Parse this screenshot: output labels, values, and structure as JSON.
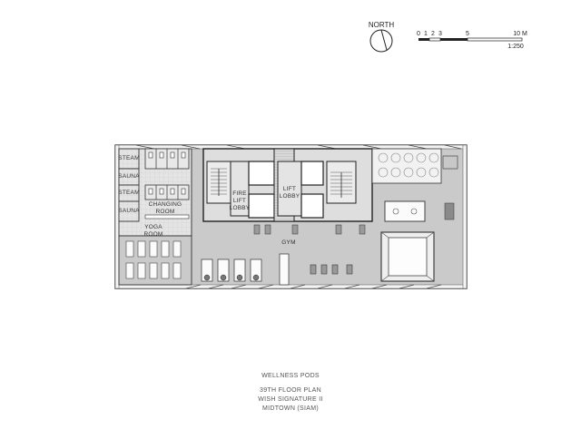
{
  "north": {
    "label": "NORTH"
  },
  "scale": {
    "ticks": [
      "0",
      "1",
      "2",
      "3",
      "5",
      "10 M"
    ],
    "ratio": "1:250"
  },
  "rooms": {
    "steam_top": "STEAM",
    "sauna_top": "SAUNA",
    "steam_bottom": "STEAM",
    "sauna_bottom": "SAUNA",
    "changing_1": "CHANGING",
    "changing_2": "ROOM",
    "yoga_1": "YOGA",
    "yoga_2": "ROOM",
    "fire_1": "FIRE",
    "fire_2": "LIFT",
    "fire_3": "LOBBY",
    "lift_1": "LIFT",
    "lift_2": "LOBBY",
    "gym": "GYM"
  },
  "caption": {
    "title": "WELLNESS PODS",
    "line1": "39TH FLOOR PLAN",
    "line2": "WISH SIGNATURE II",
    "line3": "MIDTOWN (SIAM)"
  }
}
